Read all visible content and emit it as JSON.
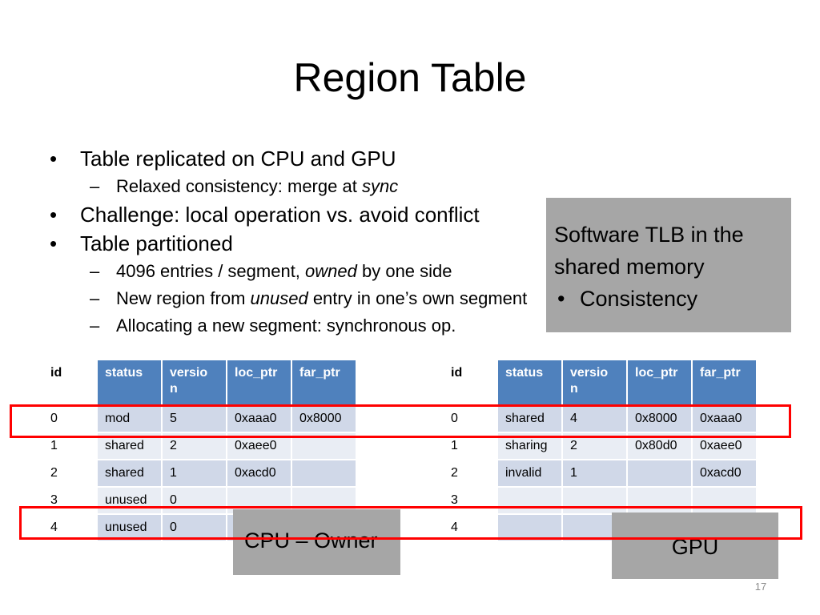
{
  "slide": {
    "title": "Region Table",
    "page_number": "17"
  },
  "bullets": {
    "b1": "Table replicated on CPU and GPU",
    "b1_sub1": {
      "text": "Relaxed consistency: merge at ",
      "em": "sync"
    },
    "b2": "Challenge: local operation vs. avoid conflict",
    "b3": "Table partitioned",
    "b3_sub1": {
      "pre": "4096 entries / segment, ",
      "em": "owned",
      "post": " by one side"
    },
    "b3_sub2": {
      "pre": "New region from ",
      "em": "unused",
      "post": " entry in one’s own segment"
    },
    "b3_sub3": "Allocating a new segment: synchronous op.",
    "bullet_mark": "•",
    "dash_mark": "–"
  },
  "callout": {
    "line1": "Software TLB in the",
    "line2": "shared memory",
    "bullet": "Consistency"
  },
  "cpu_table": {
    "headers": [
      "id",
      "status",
      "versio n",
      "loc_ptr",
      "far_ptr"
    ],
    "rows": [
      [
        "0",
        "mod",
        "5",
        "0xaaa0",
        "0x8000"
      ],
      [
        "1",
        "shared",
        "2",
        "0xaee0",
        ""
      ],
      [
        "2",
        "shared",
        "1",
        "0xacd0",
        ""
      ],
      [
        "3",
        "unused",
        "0",
        "",
        ""
      ],
      [
        "4",
        "unused",
        "0",
        "",
        ""
      ]
    ]
  },
  "gpu_table": {
    "headers": [
      "id",
      "status",
      "versio n",
      "loc_ptr",
      "far_ptr"
    ],
    "rows": [
      [
        "0",
        "shared",
        "4",
        "0x8000",
        "0xaaa0"
      ],
      [
        "1",
        "sharing",
        "2",
        "0x80d0",
        "0xaee0"
      ],
      [
        "2",
        "invalid",
        "1",
        "",
        "0xacd0"
      ],
      [
        "3",
        "",
        "",
        "",
        ""
      ],
      [
        "4",
        "",
        "",
        "",
        ""
      ]
    ]
  },
  "labels": {
    "cpu_owner": "CPU – Owner",
    "gpu": "GPU"
  },
  "colors": {
    "header_blue": "#4f81bd",
    "row_dark": "#d0d8e8",
    "row_light": "#e9edf4",
    "callout_gray": "#a6a6a6",
    "highlight_red": "#ff0000"
  }
}
